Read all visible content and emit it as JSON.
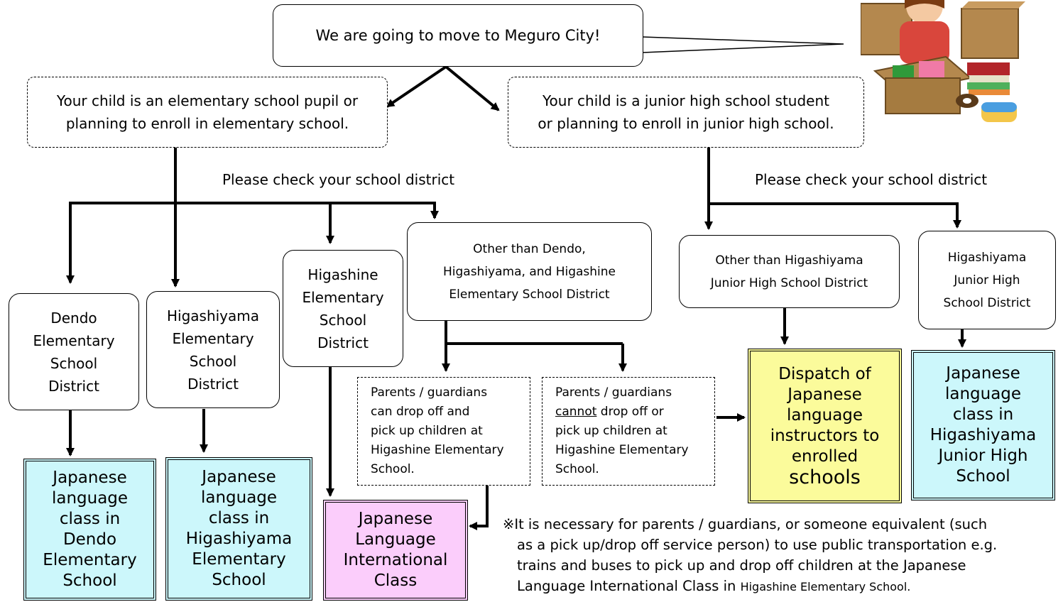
{
  "speech": "We are going to move to Meguro City!",
  "elementary_q": {
    "line1": "Your child is an elementary school pupil or",
    "line2": "planning to enroll in elementary school."
  },
  "junior_q": {
    "line1": "Your child is a junior high school student",
    "line2": "or planning to enroll in junior high school."
  },
  "check_district_left": "Please check your school district",
  "check_district_right": "Please check your school district",
  "dendo_district": [
    "Dendo",
    "Elementary",
    "School",
    "District"
  ],
  "higashiyama_el_district": [
    "Higashiyama",
    "Elementary",
    "School",
    "District"
  ],
  "higashine_district": [
    "Higashine",
    "Elementary",
    "School",
    "District"
  ],
  "other_el_district": [
    "Other than Dendo,",
    "Higashiyama, and Higashine",
    "Elementary School District"
  ],
  "other_jh_district": [
    "Other than Higashiyama",
    "Junior High School District"
  ],
  "higashiyama_jh_district": [
    "Higashiyama",
    "Junior High",
    "School District"
  ],
  "can_drop": [
    "Parents / guardians",
    "can drop off and",
    "pick up children at",
    "Higashine Elementary",
    "School."
  ],
  "cannot_drop": {
    "line1": "Parents / guardians",
    "cannot": "cannot",
    "line2_rest": " drop off or",
    "line3": "pick up children at",
    "line4": "Higashine Elementary",
    "line5": "School."
  },
  "dendo_class": [
    "Japanese",
    "language",
    "class in",
    "Dendo",
    "Elementary",
    "School"
  ],
  "higashiyama_el_class": [
    "Japanese",
    "language",
    "class in",
    "Higashiyama",
    "Elementary",
    "School"
  ],
  "international_class": [
    "Japanese",
    "Language",
    "International",
    "Class"
  ],
  "dispatch": [
    "Dispatch of",
    "Japanese",
    "language",
    "instructors to",
    "enrolled",
    "schools"
  ],
  "higashiyama_jh_class": [
    "Japanese",
    "language",
    "class in",
    "Higashiyama",
    "Junior High",
    "School"
  ],
  "note": {
    "line1": "※It is necessary for parents / guardians, or someone equivalent (such",
    "line2": "as a pick up/drop off service person) to use public transportation e.g.",
    "line3": "trains and buses to pick up and drop off children at the Japanese",
    "line4_main": "Language International Class in ",
    "line4_small": "Higashine Elementary School."
  },
  "illustration": "moving-boxes-illustration",
  "colors": {
    "cyan_fill": "#ccf7fb",
    "pink_fill": "#fbcdfb",
    "yellow_fill": "#fbfb9b",
    "line": "#000000"
  }
}
